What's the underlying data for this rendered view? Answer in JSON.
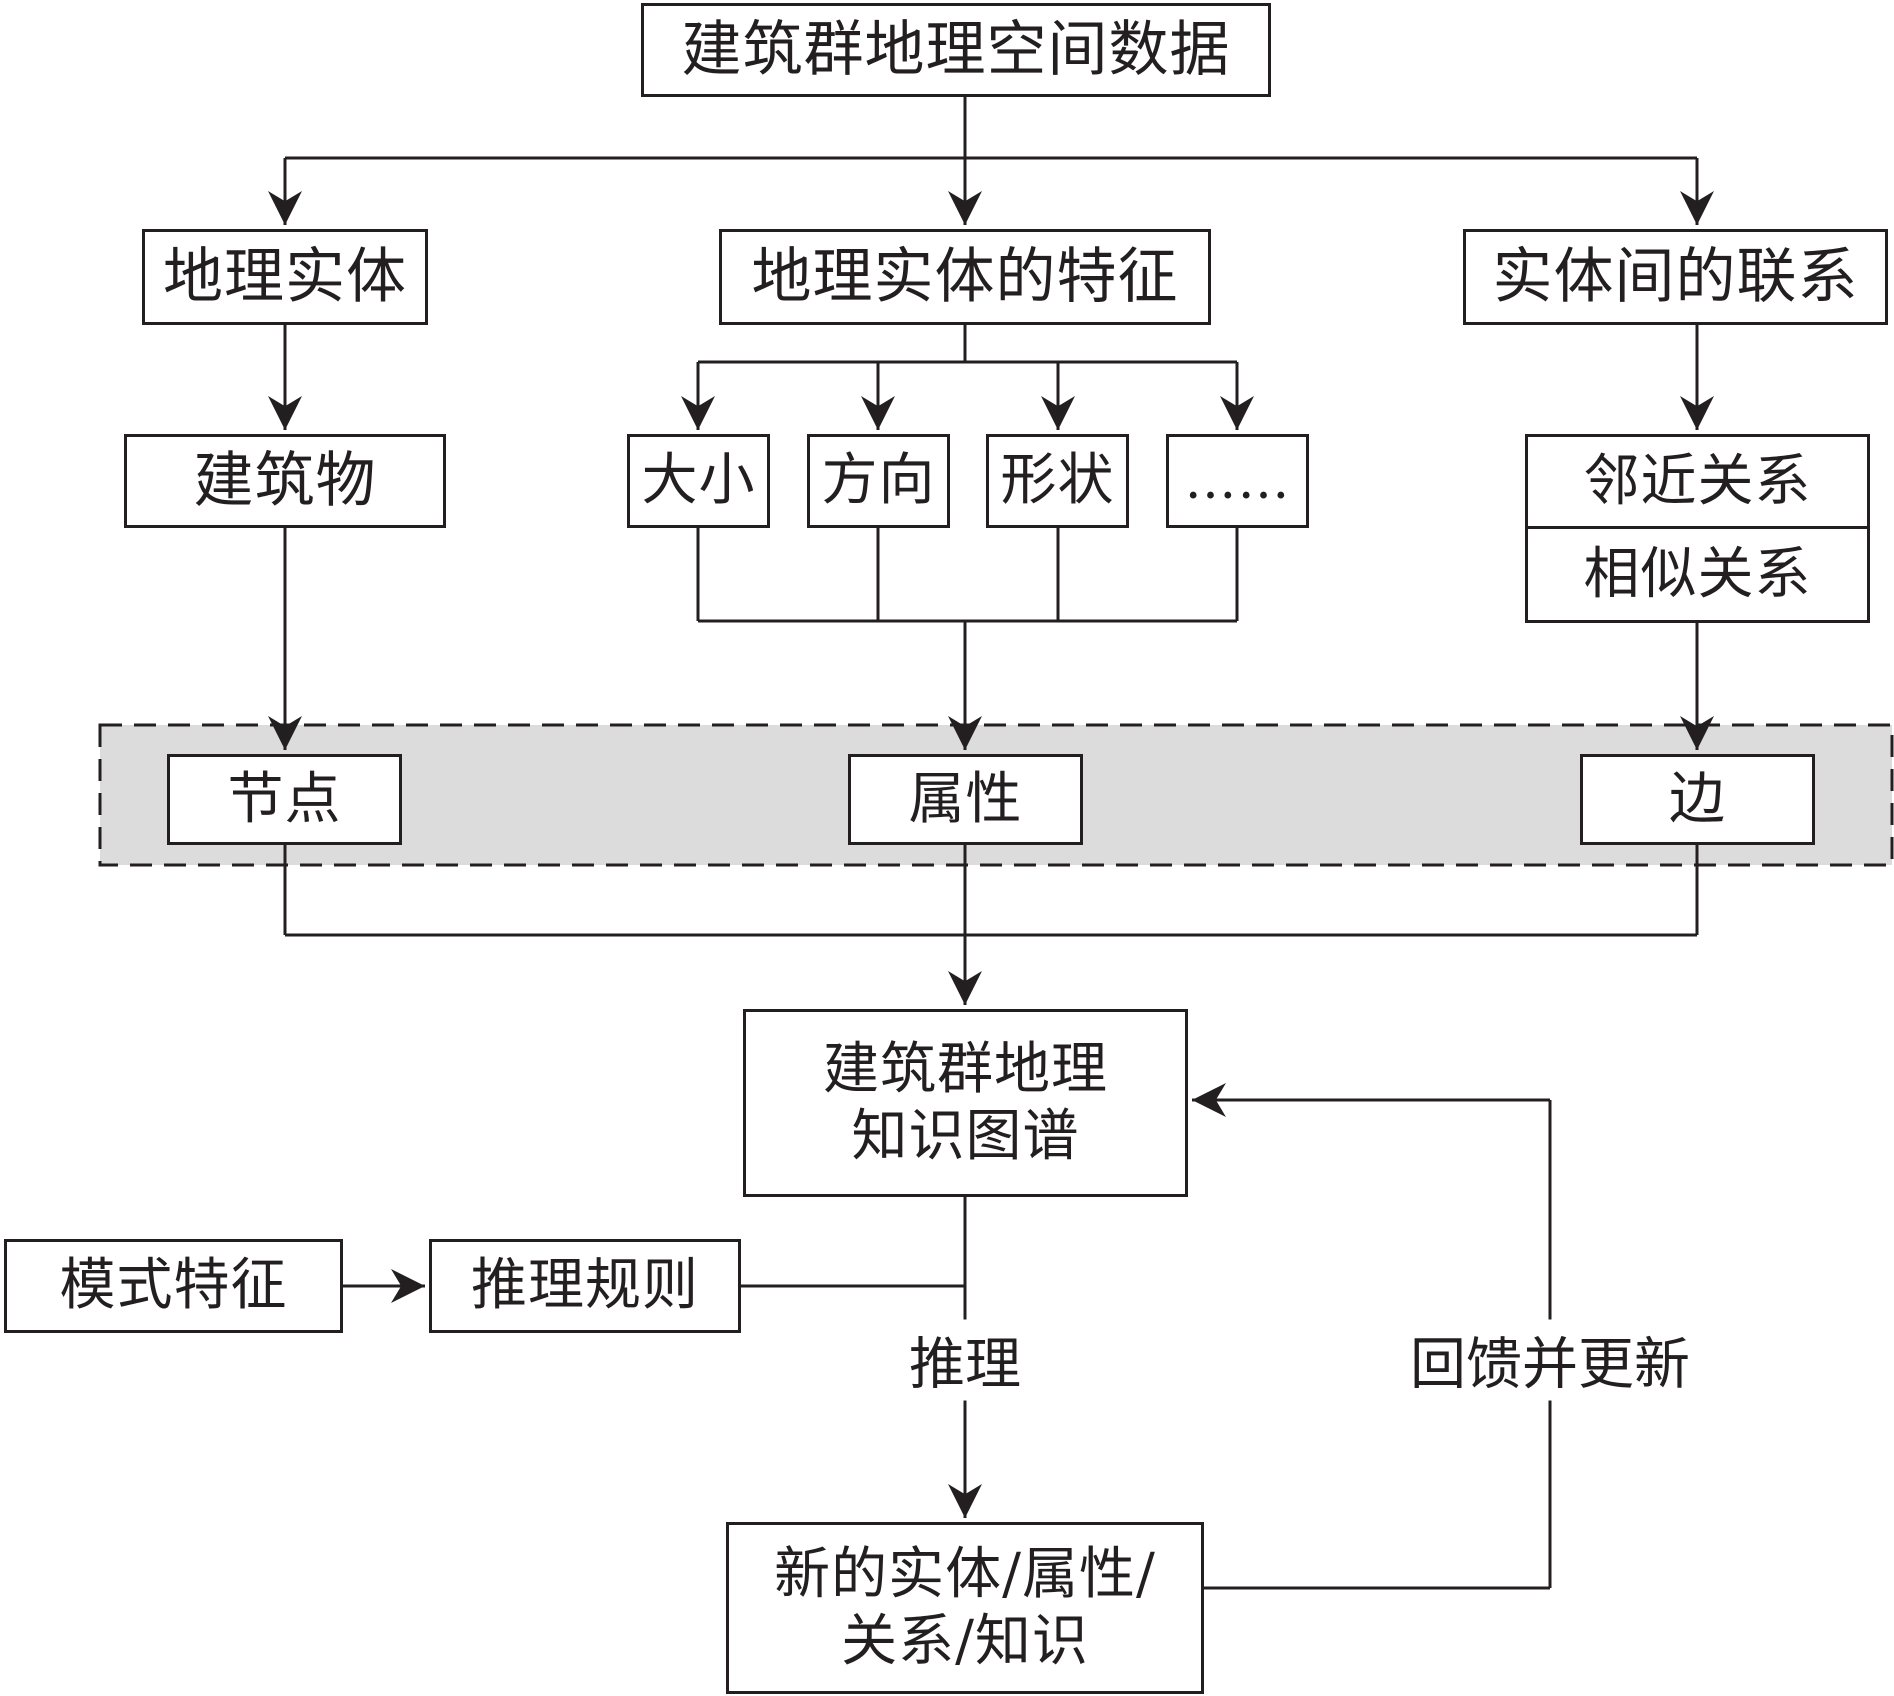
{
  "source": "建筑群地理空间数据",
  "categories": {
    "entity": "地理实体",
    "feature": "地理实体的特征",
    "relation": "实体间的联系"
  },
  "building": "建筑物",
  "features": [
    "大小",
    "方向",
    "形状",
    "……"
  ],
  "relations": [
    "邻近关系",
    "相似关系"
  ],
  "graph_elements": {
    "node": "节点",
    "attribute": "属性",
    "edge": "边"
  },
  "knowledge_graph": [
    "建筑群地理",
    "知识图谱"
  ],
  "pattern": "模式特征",
  "rules": "推理规则",
  "inference_label": "推理",
  "new_knowledge": [
    "新的实体/属性/",
    "关系/知识"
  ],
  "feedback_label": "回馈并更新",
  "colors": {
    "line": "#231f20",
    "box_fill": "#ffffff",
    "band_fill": "#dcdcdc"
  }
}
